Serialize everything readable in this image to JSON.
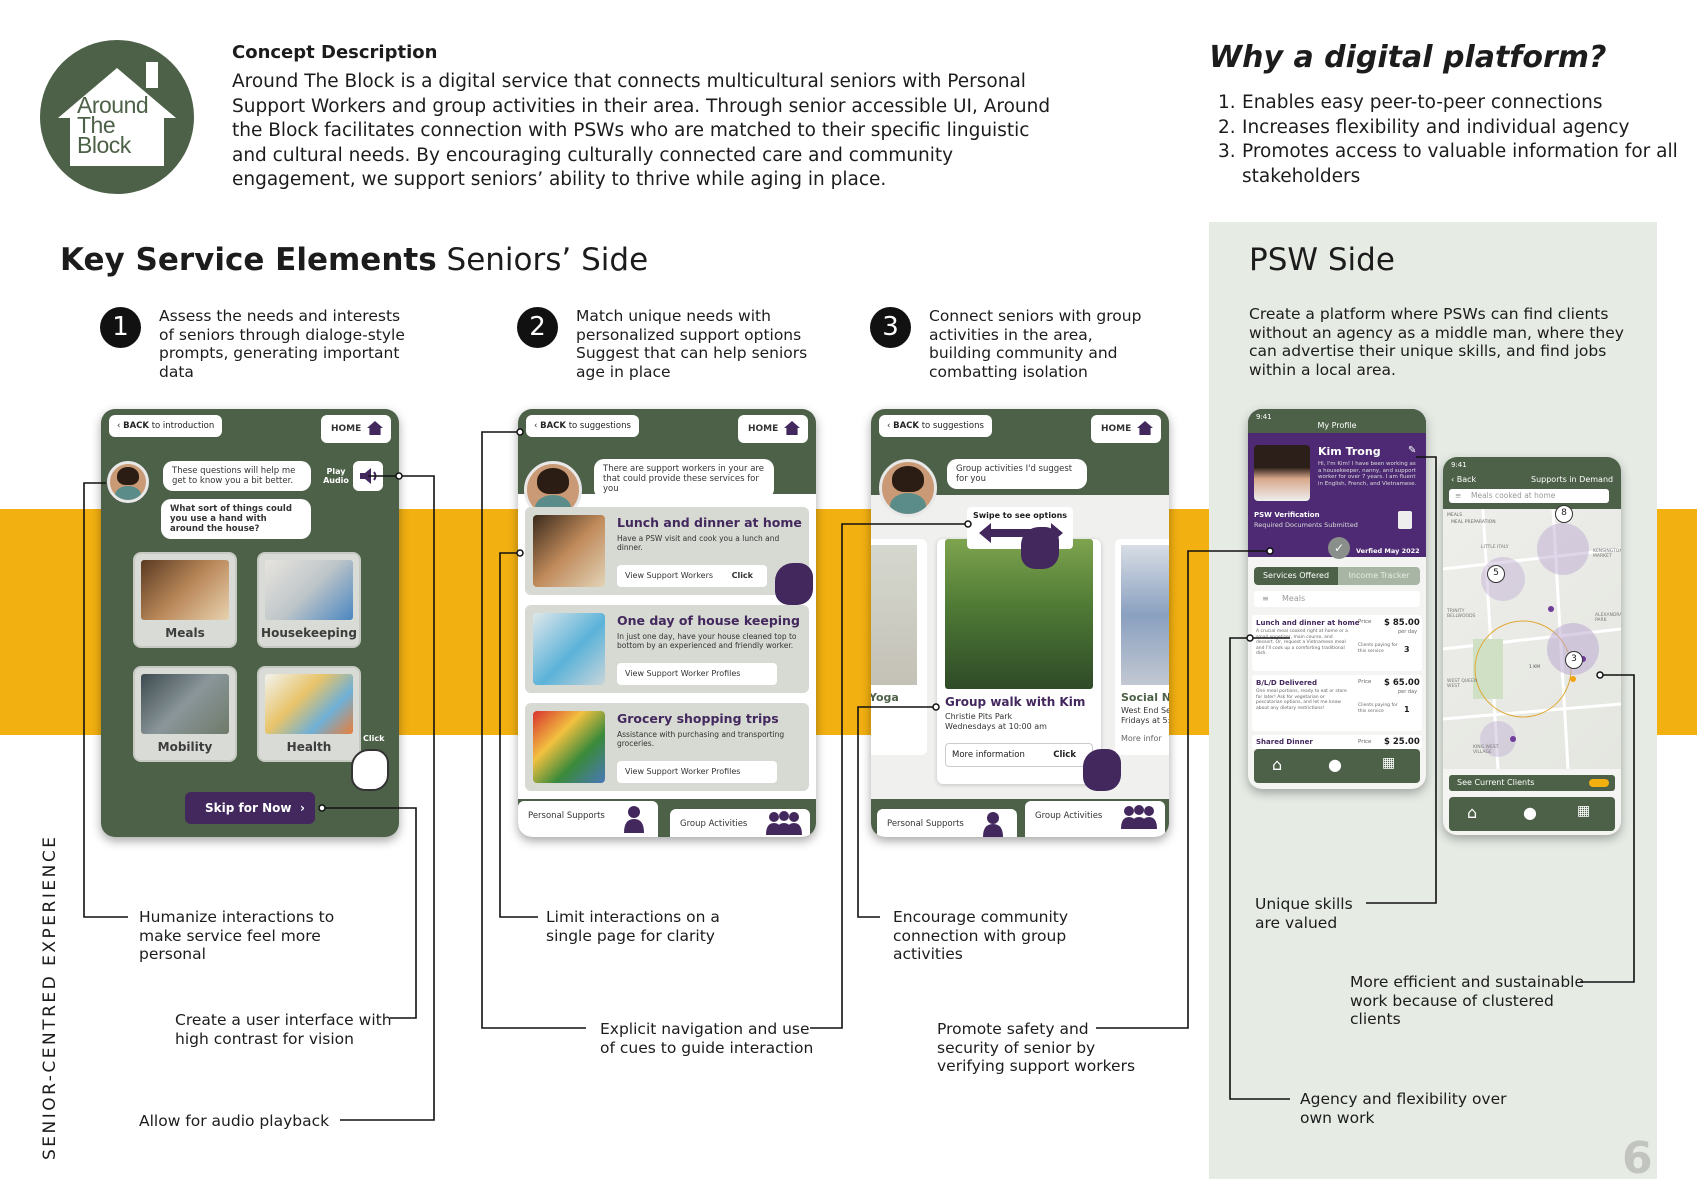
{
  "logo": {
    "line1": "Around",
    "line2": "The",
    "line3": "Block"
  },
  "concept": {
    "title": "Concept Description",
    "text": "Around The Block is a digital service that connects multicultural seniors with Personal Support Workers and group activities in their area. Through senior accessible UI, Around the Block facilitates connection with PSWs who are matched to their specific linguistic and cultural needs. By encouraging culturally connected care and community engagement, we support seniors’ ability to thrive while aging in place."
  },
  "why": {
    "title": "Why a digital platform?",
    "items": [
      {
        "n": "1.",
        "t": "Enables easy peer-to-peer connections"
      },
      {
        "n": "2.",
        "t": "Increases flexibility and individual agency"
      },
      {
        "n": "3.",
        "t": "Promotes access to valuable information for all stakeholders"
      }
    ]
  },
  "kse": {
    "bold": "Key Service Elements",
    "rest": " Seniors’ Side"
  },
  "psw": {
    "title": "PSW Side",
    "desc": "Create a platform where PSWs can find clients without an agency as a middle man, where they can advertise their unique skills, and find jobs within a local area."
  },
  "steps": [
    {
      "n": "1",
      "t": "Assess the needs and interests of seniors through dialoge-style prompts, generating important data"
    },
    {
      "n": "2",
      "t": "Match unique needs with personalized support options Suggest that can help seniors age in place"
    },
    {
      "n": "3",
      "t": "Connect seniors with group activities in the area, building community and combatting isolation"
    }
  ],
  "phone1": {
    "back_bold": "BACK",
    "back_rest": " to introduction",
    "home": "HOME",
    "bubble1": "These questions will help me get to know you a bit better.",
    "bubble2": "What sort of things could you use a hand with around the house?",
    "play": "Play Audio",
    "tiles": [
      "Meals",
      "Housekeeping",
      "Mobility",
      "Health"
    ],
    "click": "Click",
    "skip": "Skip for Now"
  },
  "phone2": {
    "back_bold": "BACK",
    "back_rest": " to suggestions",
    "home": "HOME",
    "bubble": "There are support workers in your are that could provide these services for you",
    "cards": [
      {
        "t": "Lunch and dinner at home",
        "d": "Have a PSW visit and cook you a lunch and dinner.",
        "b": "View Support Workers",
        "c": "Click"
      },
      {
        "t": "One day of house keeping",
        "d": "In just one day, have your house cleaned top to bottom by an experienced and friendly worker.",
        "b": "View Support Worker Profiles",
        "c": ""
      },
      {
        "t": "Grocery shopping trips",
        "d": "Assistance with purchasing and transporting groceries.",
        "b": "View Support Worker Profiles",
        "c": ""
      }
    ],
    "tab1": "Personal Supports",
    "tab2": "Group Activities"
  },
  "phone3": {
    "back_bold": "BACK",
    "back_rest": " to suggestions",
    "home": "HOME",
    "bubble": "Group activities I'd suggest for you",
    "swipe": "Swipe to see options",
    "left_label": "Yoga",
    "title": "Group walk with Kim",
    "loc": "Christie Pits Park",
    "time": "Wednesdays at 10:00 am",
    "more": "More information",
    "click": "Click",
    "right_title": "Social N",
    "right_loc": "West End Se",
    "right_time": "Fridays at 5:",
    "right_more": "More infor",
    "tab1": "Personal Supports",
    "tab2": "Group Activities"
  },
  "profile": {
    "time": "9:41",
    "title": "My Profile",
    "name": "Kim Trong",
    "bio": "Hi, I'm Kim! I have been working as a housekeeper, nanny, and support worker for over 7 years. I am fluent in English, French, and Vietnamese.",
    "verif": "PSW Verification",
    "verif_sub": "Required Documents Submitted",
    "verified": "Verfied May 2022",
    "tab_a": "Services Offered",
    "tab_b": "Income Tracker",
    "filter": "Meals",
    "services": [
      {
        "t": "Lunch and dinner at home",
        "d": "A crucial meal cooked right at home or a small appetizer, main course, and dessert. Or, request a Vietnamese meal and I'll cook up a comforting traditional dish.",
        "price": "$ 85.00",
        "per": "per day",
        "clients": "3"
      },
      {
        "t": "B/L/D Delivered",
        "d": "One meal portions, ready to eat or store for later! Ask for vegetarian or pescatarian options, and let me know about any dietary restrictions!",
        "price": "$ 65.00",
        "per": "per day",
        "clients": "1"
      },
      {
        "t": "Shared Dinner",
        "d": "",
        "price": "$ 25.00",
        "per": "",
        "clients": ""
      }
    ],
    "price_label": "Price",
    "clients_label": "Clients paying for this service"
  },
  "map": {
    "time": "9:41",
    "back": "Back",
    "title": "Supports in Demand",
    "search": "Meals cooked at home",
    "labels": [
      "MEALS",
      "MEAL PREPARATION",
      "LITTLE ITALY",
      "KENSINGTON MARKET",
      "TRINITY BELLWOODS",
      "ALEXANDRA PARK",
      "WEST QUEEN WEST",
      "KING WEST VILLAGE",
      "1 KM"
    ],
    "markers": [
      "8",
      "5",
      "3"
    ],
    "toggle": "See Current Clients"
  },
  "annotations": {
    "a1": "Humanize interactions to make service feel more personal",
    "a2": "Create a user interface with high contrast for vision",
    "a3": "Allow for audio playback",
    "a4": "Limit interactions on a single page for clarity",
    "a5": "Explicit navigation and use of cues to guide interaction",
    "a6": "Encourage community connection with group activities",
    "a7": "Promote safety and security of senior by verifying support workers",
    "a8": "Unique skills are valued",
    "a9": "More efficient and sustainable work because of clustered clients",
    "a10": "Agency and flexibility over own work"
  },
  "side_label": "SENIOR-CENTRED EXPERIENCE",
  "page_number": "6",
  "colors": {
    "green": "#4d6148",
    "purple": "#43285e",
    "yellow": "#f2b011",
    "panel": "#e6ebe4"
  }
}
